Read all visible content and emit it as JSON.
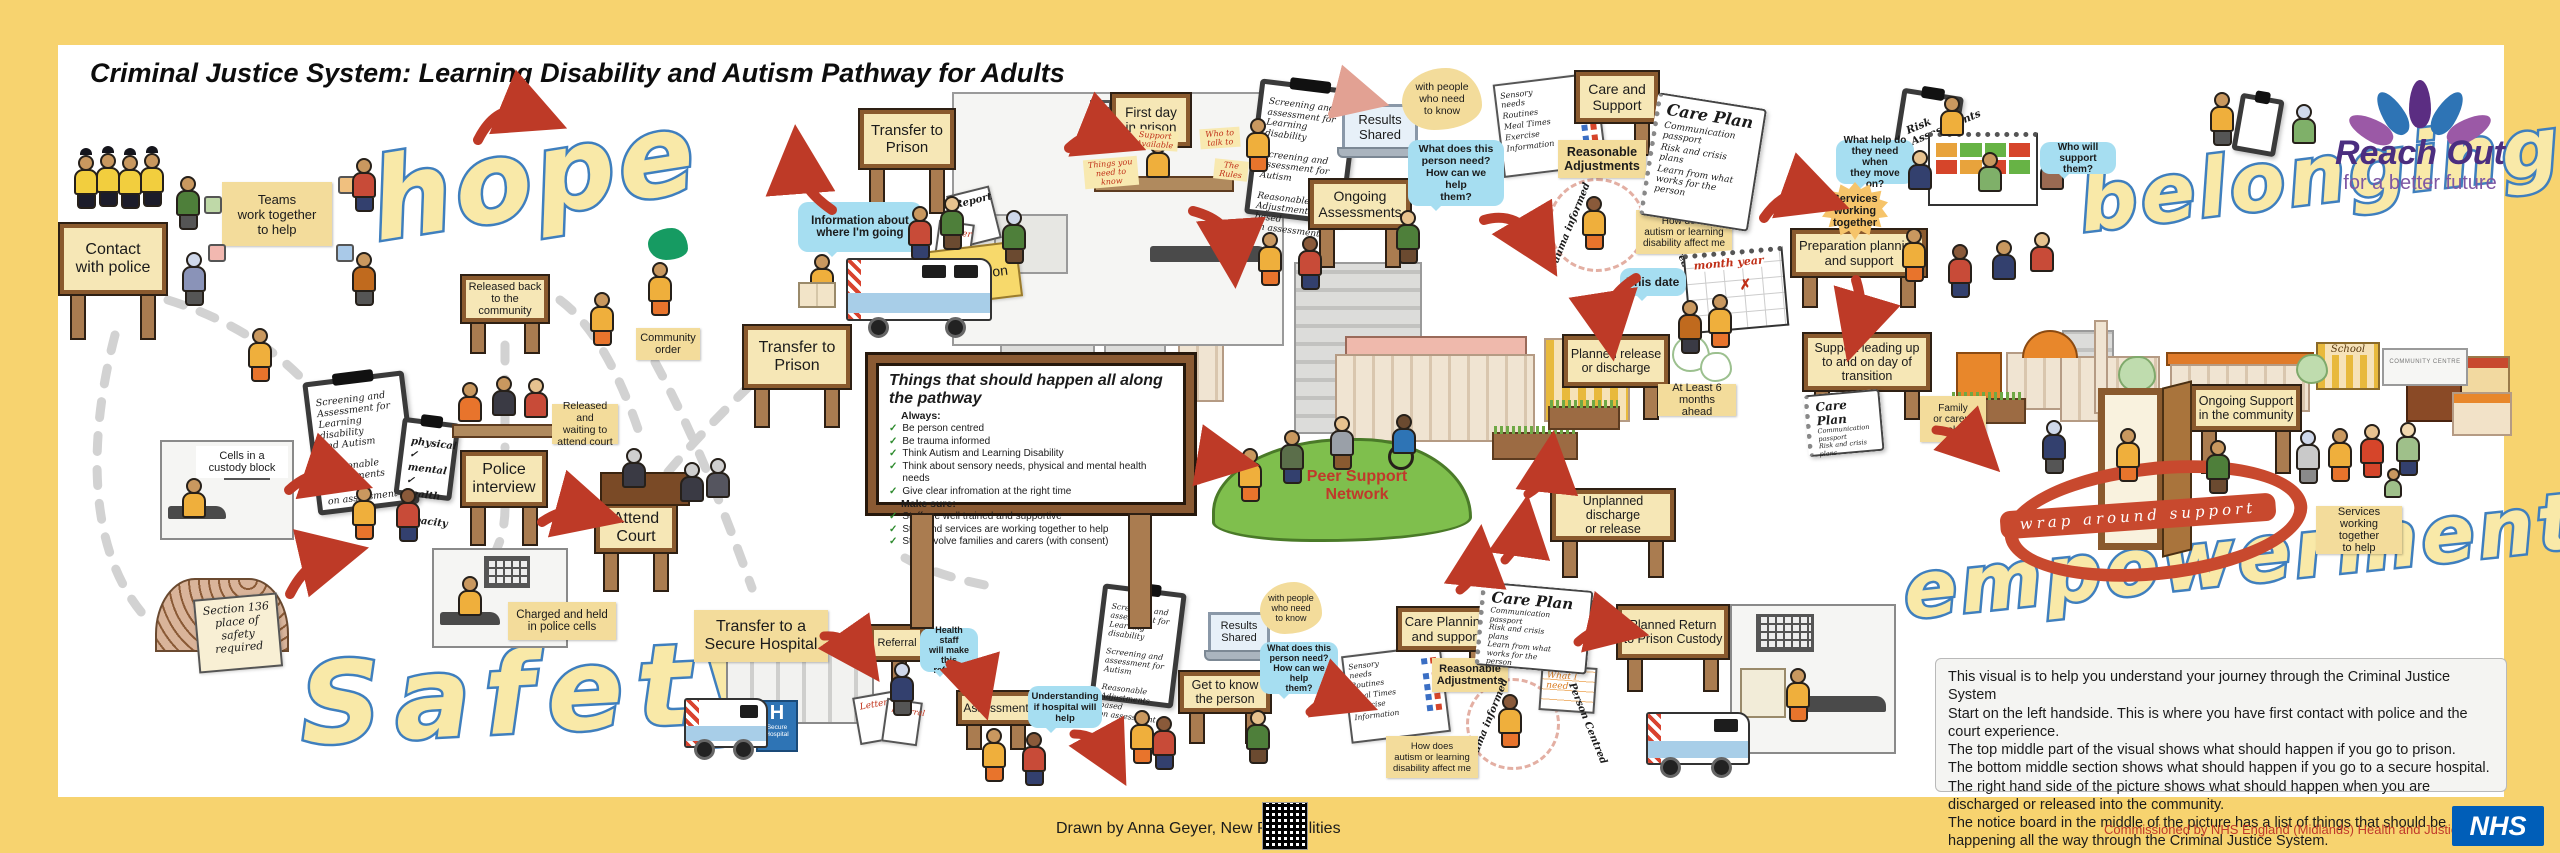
{
  "title": "Criminal Justice System: Learning Disability and Autism Pathway for Adults",
  "logo": {
    "name": "Reach Out",
    "tagline": "for a better future"
  },
  "words": {
    "hope": "hope",
    "safety": "Safety",
    "belonging": "belonging",
    "empowerment": "empowerment"
  },
  "check": "✓",
  "left": {
    "contact": "Contact\nwith police",
    "teams": "Teams\nwork together\nto help",
    "released_back": "Released back\nto the\ncommunity",
    "community_order": "Community\norder",
    "released_waiting": "Released and\nwaiting to\nattend court",
    "police_interview": "Police\ninterview",
    "attend_court": "Attend\nCourt",
    "cells": "Cells in a\ncustody block",
    "charged": "Charged and held\nin  police cells",
    "section136": "Section 136\nplace of\nsafety\nrequired",
    "clipboard": "Screening  and\nAssessment for\nLearning disability\nand Autism\n\nReasonable\nAdjustments based\non assessment",
    "capacity": "physical ✓\nmental ✓\nhealth ✓\ncapacity ✓"
  },
  "prison": {
    "transfer": "Transfer to\nPrison",
    "info_about": "Information about\nwhere I'm going",
    "report": "Report",
    "letter": "Letter",
    "information": "Information",
    "first_day": "First day\nin prison",
    "notes": [
      "Things you\nneed to know",
      "Support\nAvailable",
      "Who to\ntalk to",
      "The\nRules"
    ],
    "clipboard": "Screening  and\nassessment for\nLearning disability\n\nScreening and\nassessment for Autism\n\nReasonable\nAdjustments based\non assessment",
    "results": "Results\nShared",
    "with_people": "with people\nwho need\nto know",
    "what_needs": "What does this\nperson need?\nHow can we help\nthem?",
    "ongoing": "Ongoing\nAssessments",
    "checklist": [
      "Sensory\nneeds",
      "Routines",
      "Meal Times",
      "Exercise",
      "Information"
    ],
    "care_support": "Care and\nSupport",
    "reasonable": "Reasonable\nAdjustments",
    "trauma": "trauma informed",
    "centred": "Person Centred",
    "how_does": "How does\nautism or  learning\ndisability affect me",
    "care_plan_title": "Care Plan",
    "care_plan_items": [
      "Communication\npassport",
      "Risk and crisis\nplans",
      "Learn from what\nworks for the\nperson"
    ],
    "this_date": "This date",
    "month_year": "month   year",
    "x_mark": "✗",
    "planned_release": "Planned release\nor discharge",
    "six_months": "At Least 6\nmonths ahead",
    "what_help": "What help do\nthey need when\nthey move on?",
    "services": "Services\nworking\ntogether",
    "preparation": "Preparation planning\nand support",
    "risk": "Risk\nAssessments",
    "who_support": "Who will\nsupport them?",
    "support_leading": "Support leading up\nto and on day of\ntransition",
    "family": "Family\nor carers\ninvolved"
  },
  "board": {
    "title": "Things that should happen all along the pathway",
    "always": "Always:",
    "always_items": [
      "Be person centred",
      "Be trauma informed",
      "Think Autism and Learning Disability",
      "Think about sensory needs, physical and mental health needs",
      "Give clear infromation at the right time"
    ],
    "make_sure": "Make sure:",
    "make_items": [
      "Staff are well trained and supportive",
      "Staff and services are working together to help",
      "Staff involve families and carers (with consent)"
    ]
  },
  "mid": {
    "peer": "Peer Support\nNetwork",
    "unplanned": "Unplanned discharge\nor release"
  },
  "hosp": {
    "transfer": "Transfer to a\nSecure Hospital",
    "h": "H",
    "secure": "Secure\nHospital",
    "referral": "Referral",
    "health_staff": "Health staff\nwill make this\nreferral",
    "letter": "Letter",
    "referral_doc": "Referral",
    "assessment": "Assessment",
    "understanding": "Understanding\nif hospital will\nhelp",
    "get_to_know": "Get to know\nthe person",
    "care_planning": "Care Planning\nand support",
    "what_i_need": "What I need",
    "planned_return": "Planned Return\nto Prison Custody"
  },
  "right": {
    "ongoing": "Ongoing Support\nin the community",
    "wrap": "wrap  around  support",
    "services_help": "Services\nworking together\nto help",
    "school": "School",
    "centre": "COMMUNITY CENTRE"
  },
  "info_box": {
    "lines": [
      "This visual is to help you understand your journey through the Criminal Justice System",
      "Start on the left handside. This is where you have first contact with police and the court experience.",
      "The top middle part of the visual shows what should happen if you go to prison.",
      "The bottom middle section shows what should happen if you go to a secure hospital.",
      "The right hand side of the picture shows what should happen when you are discharged or released into the community.",
      "The notice board in the middle of the picture has a list of things that should be happening all the way through the Criminal Justice System."
    ]
  },
  "footer": {
    "drawn": "Drawn by Anna Geyer, New Possibilities",
    "commissioned": "Commissioned by NHS England (Midlands) Health and Justice Team",
    "nhs": "NHS"
  }
}
